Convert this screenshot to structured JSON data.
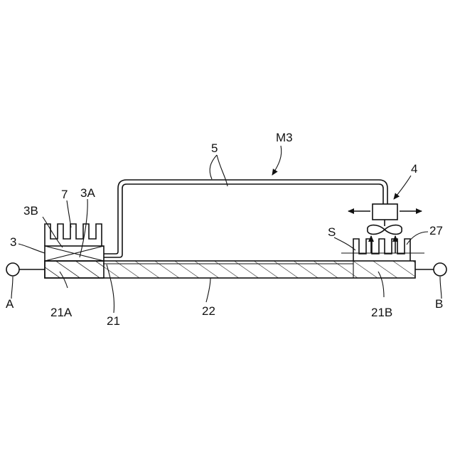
{
  "figure": {
    "labels": {
      "M3": "M3",
      "pipe": "5",
      "fan": "4",
      "S": "S",
      "heat_sink_right": "27",
      "heat_sink_left": "7",
      "part_3A": "3A",
      "part_3B": "3B",
      "part_3": "3",
      "A": "A",
      "B": "B",
      "part_21A": "21A",
      "part_21": "21",
      "part_22": "22",
      "part_21B": "21B"
    }
  }
}
